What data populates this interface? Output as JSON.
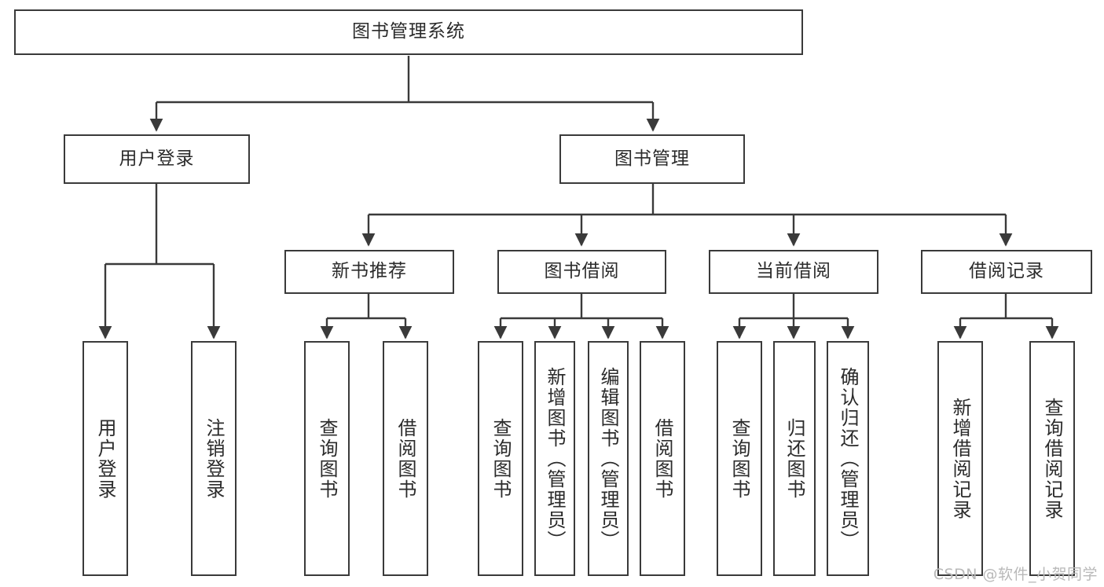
{
  "diagram": {
    "title": "图书管理系统",
    "type": "tree-hierarchy-chart",
    "root": {
      "label": "图书管理系统"
    },
    "level2": [
      {
        "label": "用户登录"
      },
      {
        "label": "图书管理"
      }
    ],
    "level3": [
      {
        "label": "新书推荐"
      },
      {
        "label": "图书借阅"
      },
      {
        "label": "当前借阅"
      },
      {
        "label": "借阅记录"
      }
    ],
    "leaves": {
      "user_login": [
        {
          "label": "用户登录"
        },
        {
          "label": "注销登录"
        }
      ],
      "new_book_recommend": [
        {
          "label": "查询图书"
        },
        {
          "label": "借阅图书"
        }
      ],
      "book_borrow": [
        {
          "label": "查询图书"
        },
        {
          "label": "新增图书（管理员）"
        },
        {
          "label": "编辑图书（管理员）"
        },
        {
          "label": "借阅图书"
        }
      ],
      "current_borrow": [
        {
          "label": "查询图书"
        },
        {
          "label": "归还图书"
        },
        {
          "label": "确认归还（管理员）"
        }
      ],
      "borrow_record": [
        {
          "label": "新增借阅记录"
        },
        {
          "label": "查询借阅记录"
        }
      ]
    }
  },
  "watermark": {
    "text": "CSDN @软件_小贺同学"
  },
  "colors": {
    "border": "#3a3a3a",
    "background": "#ffffff",
    "text": "#2b2b2b",
    "watermark": "#b9b9b9"
  }
}
